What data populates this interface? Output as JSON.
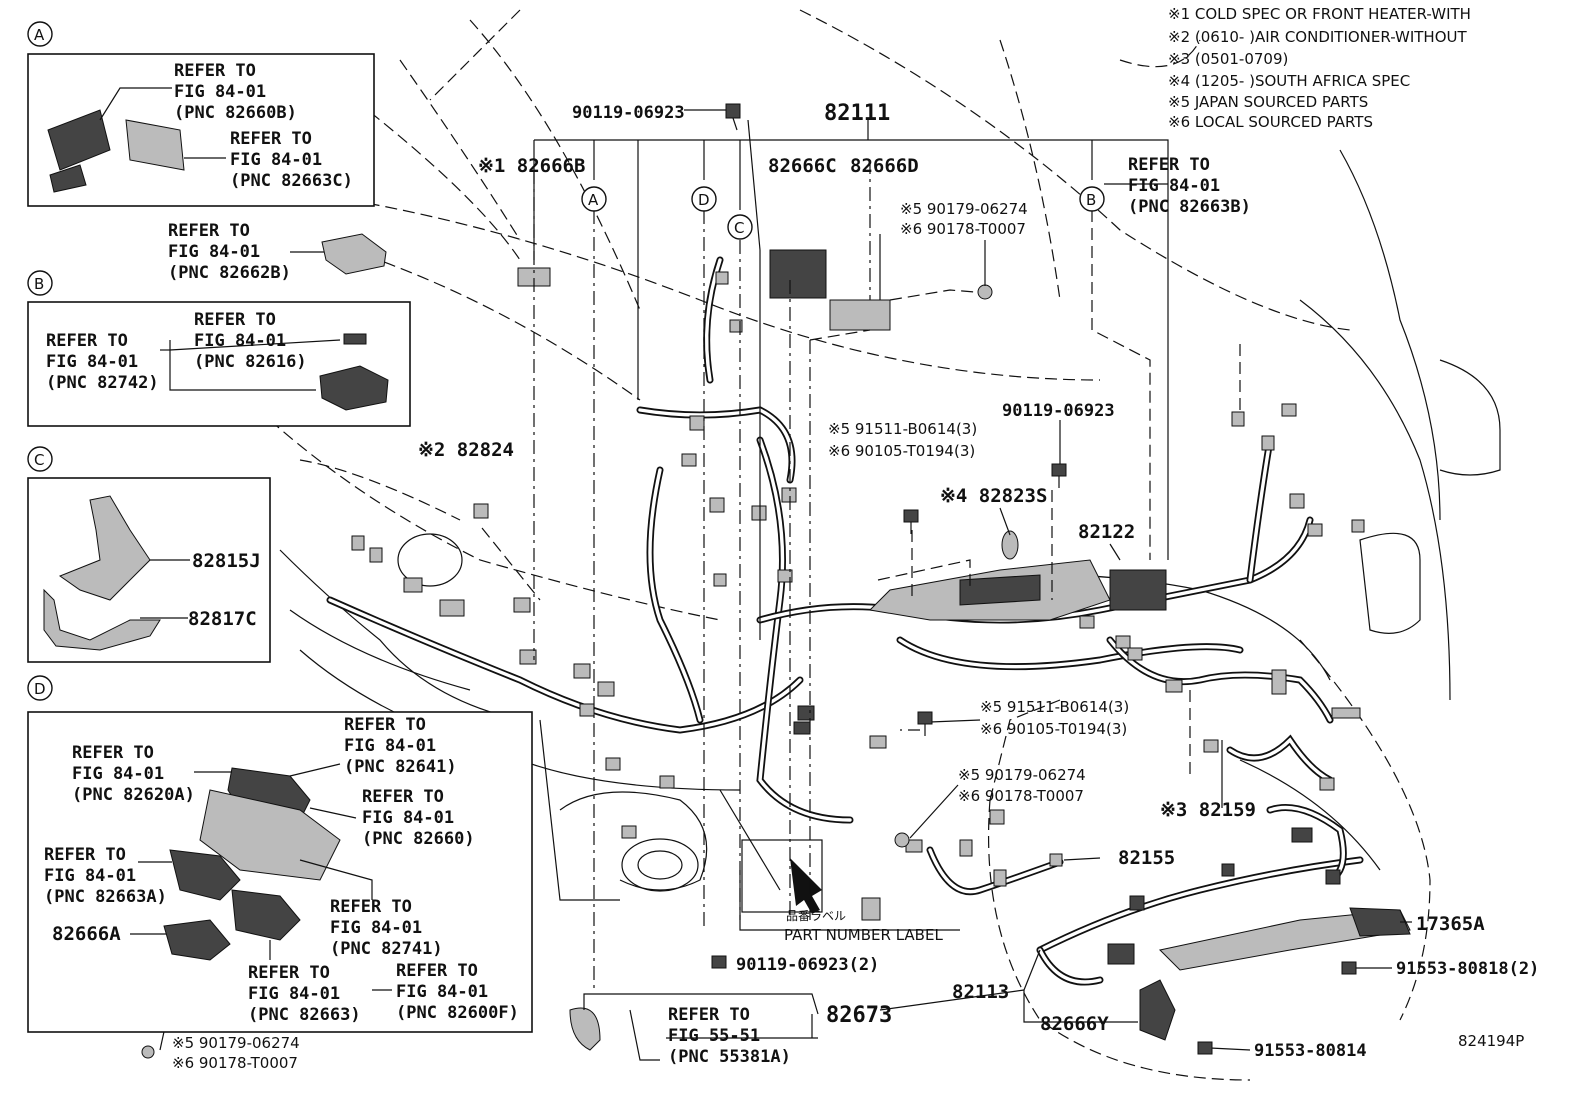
{
  "notes": [
    "※1 COLD SPEC OR FRONT HEATER-WITH",
    "※2 (0610-      )AIR CONDITIONER-WITHOUT",
    "※3 (0501-0709)",
    "※4 (1205-      )SOUTH AFRICA SPEC",
    "※5 JAPAN SOURCED PARTS",
    "※6 LOCAL SOURCED PARTS"
  ],
  "insets": {
    "a": {
      "letter": "A",
      "refs": [
        [
          "REFER TO",
          "FIG 84-01",
          "(PNC 82660B)"
        ],
        [
          "REFER TO",
          "FIG 84-01",
          "(PNC 82663C)"
        ]
      ]
    },
    "b": {
      "letter": "B",
      "refs": [
        [
          "REFER TO",
          "FIG 84-01",
          "(PNC 82742)"
        ],
        [
          "REFER TO",
          "FIG 84-01",
          "(PNC 82616)"
        ]
      ]
    },
    "c": {
      "letter": "C",
      "parts": [
        "82815J",
        "82817C"
      ]
    },
    "d": {
      "letter": "D",
      "refs": [
        [
          "REFER TO",
          "FIG 84-01",
          "(PNC 82620A)"
        ],
        [
          "REFER TO",
          "FIG 84-01",
          "(PNC 82641)"
        ],
        [
          "REFER TO",
          "FIG 84-01",
          "(PNC 82660)"
        ],
        [
          "REFER TO",
          "FIG 84-01",
          "(PNC 82663A)"
        ],
        [
          "REFER TO",
          "FIG 84-01",
          "(PNC 82741)"
        ],
        [
          "REFER TO",
          "FIG 84-01",
          "(PNC 82663)"
        ],
        [
          "REFER TO",
          "FIG 84-01",
          "(PNC 82600F)"
        ]
      ],
      "part": "82666A"
    }
  },
  "ref_82662b": [
    "REFER TO",
    "FIG 84-01",
    "(PNC 82662B)"
  ],
  "ref_82663b": [
    "REFER TO",
    "FIG 84-01",
    "(PNC 82663B)"
  ],
  "ref_55381a": [
    "REFER TO",
    "FIG 55-51",
    "(PNC 55381A)"
  ],
  "labels": {
    "p90119_top": "90119-06923",
    "p82111": "82111",
    "p82666b": "※1 82666B",
    "p82666c": "82666C",
    "p82666d": "82666D",
    "p90179_a": "※5 90179-06274",
    "p90178_a": "※6 90178-T0007",
    "p82824": "※2 82824",
    "p91511_a": "※5 91511-B0614(3)",
    "p90105_a": "※6 90105-T0194(3)",
    "p90119_mid": "90119-06923",
    "p82823s": "※4 82823S",
    "p82122": "82122",
    "p91511_b": "※5 91511-B0614(3)",
    "p90105_b": "※6 90105-T0194(3)",
    "p90179_b": "※5 90179-06274",
    "p90178_b": "※6 90178-T0007",
    "p82159": "※3 82159",
    "p82155": "82155",
    "p17365a": "17365A",
    "p91553_2": "91553-80818(2)",
    "p90119_bot": "90119-06923(2)",
    "p82113": "82113",
    "p82666y": "82666Y",
    "p82673": "82673",
    "p91553": "91553-80814",
    "p90179_c": "※5 90179-06274",
    "p90178_c": "※6 90178-T0007",
    "part_label_jp": "品番ラベル",
    "part_label": "PART NUMBER LABEL",
    "circ_a": "A",
    "circ_b": "B",
    "circ_c": "C",
    "circ_d": "D",
    "fig_code": "824194P"
  }
}
